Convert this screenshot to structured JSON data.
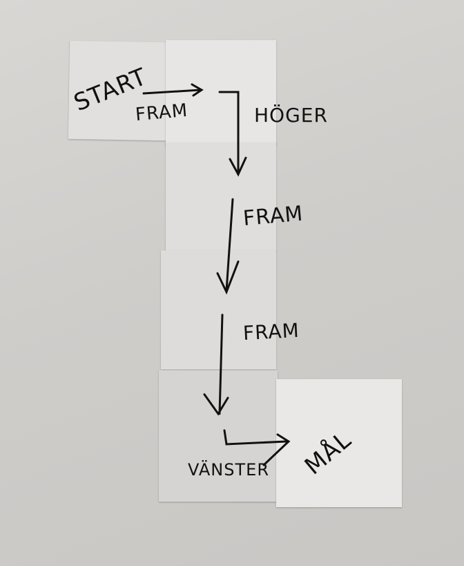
{
  "labels": {
    "start": "START",
    "step1": "FRAM",
    "step2": "HÖGER",
    "step3": "FRAM",
    "step4": "FRAM",
    "step5": "VÄNSTER",
    "goal": "MÅL"
  },
  "colors": {
    "paper": "#e6e4e2",
    "ink": "#111111",
    "background": "#d0cecb"
  }
}
